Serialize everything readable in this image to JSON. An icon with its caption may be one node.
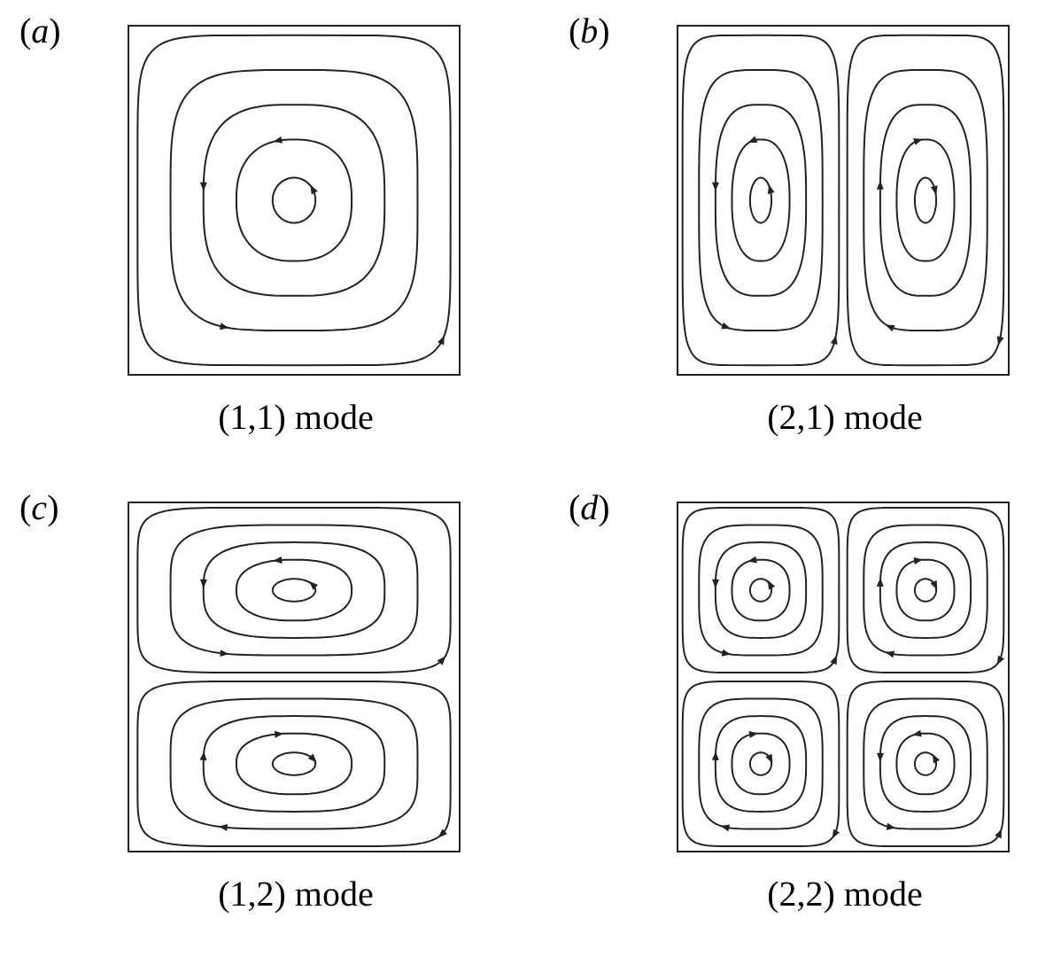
{
  "diagram": {
    "nodes": [
      {
        "text": [
          "(*a*)"
        ],
        "beside": [
          "(1,1) mode"
        ]
      },
      {
        "text": [
          "(*b*)"
        ],
        "beside": [
          "(2,1) mode"
        ]
      },
      {
        "text": [
          "(*c*)"
        ],
        "beside": [
          "(1,2) mode"
        ]
      },
      {
        "text": [
          "(*d*)"
        ],
        "beside": [
          "(2,2) mode"
        ]
      }
    ],
    "edges": []
  }
}
